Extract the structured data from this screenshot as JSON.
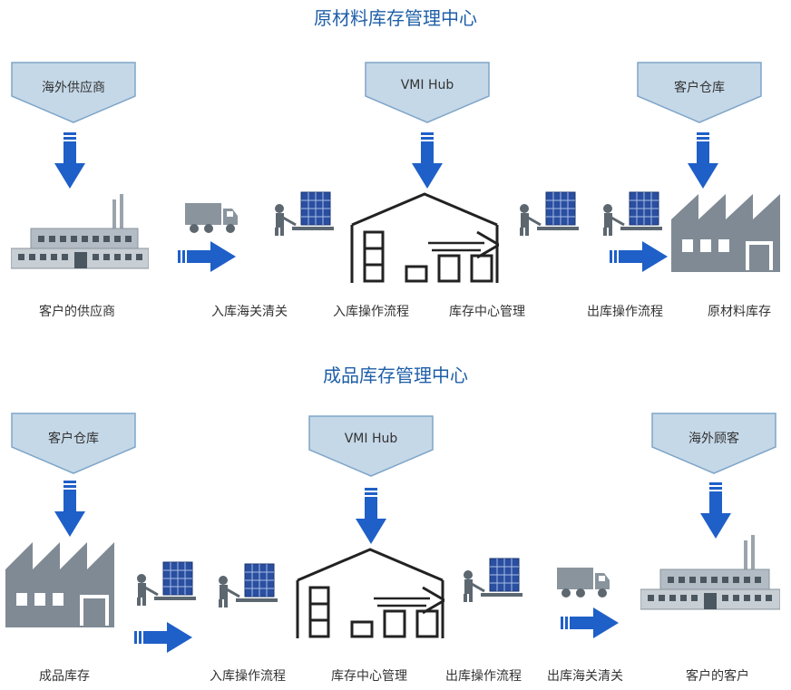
{
  "sections": [
    {
      "title": "原材料库存管理中心",
      "sources": [
        "海外供应商",
        "VMI Hub",
        "客户仓库"
      ],
      "steps": [
        "客户的供应商",
        "入库海关清关",
        "入库操作流程",
        "库存中心管理",
        "出库操作流程",
        "原材料库存"
      ]
    },
    {
      "title": "成品库存管理中心",
      "sources": [
        "客户仓库",
        "VMI Hub",
        "海外顾客"
      ],
      "steps": [
        "成品库存",
        "入库操作流程",
        "库存中心管理",
        "出库操作流程",
        "出库海关清关",
        "客户的客户"
      ]
    }
  ],
  "colors": {
    "title": "#1f5fa8",
    "pentagon_fill": "#c5d8e8",
    "pentagon_stroke": "#7fa6c8",
    "arrow_blue": "#1f5fc8",
    "icon_gray": "#7f8a94",
    "pallet_blue": "#2a4ea0"
  }
}
